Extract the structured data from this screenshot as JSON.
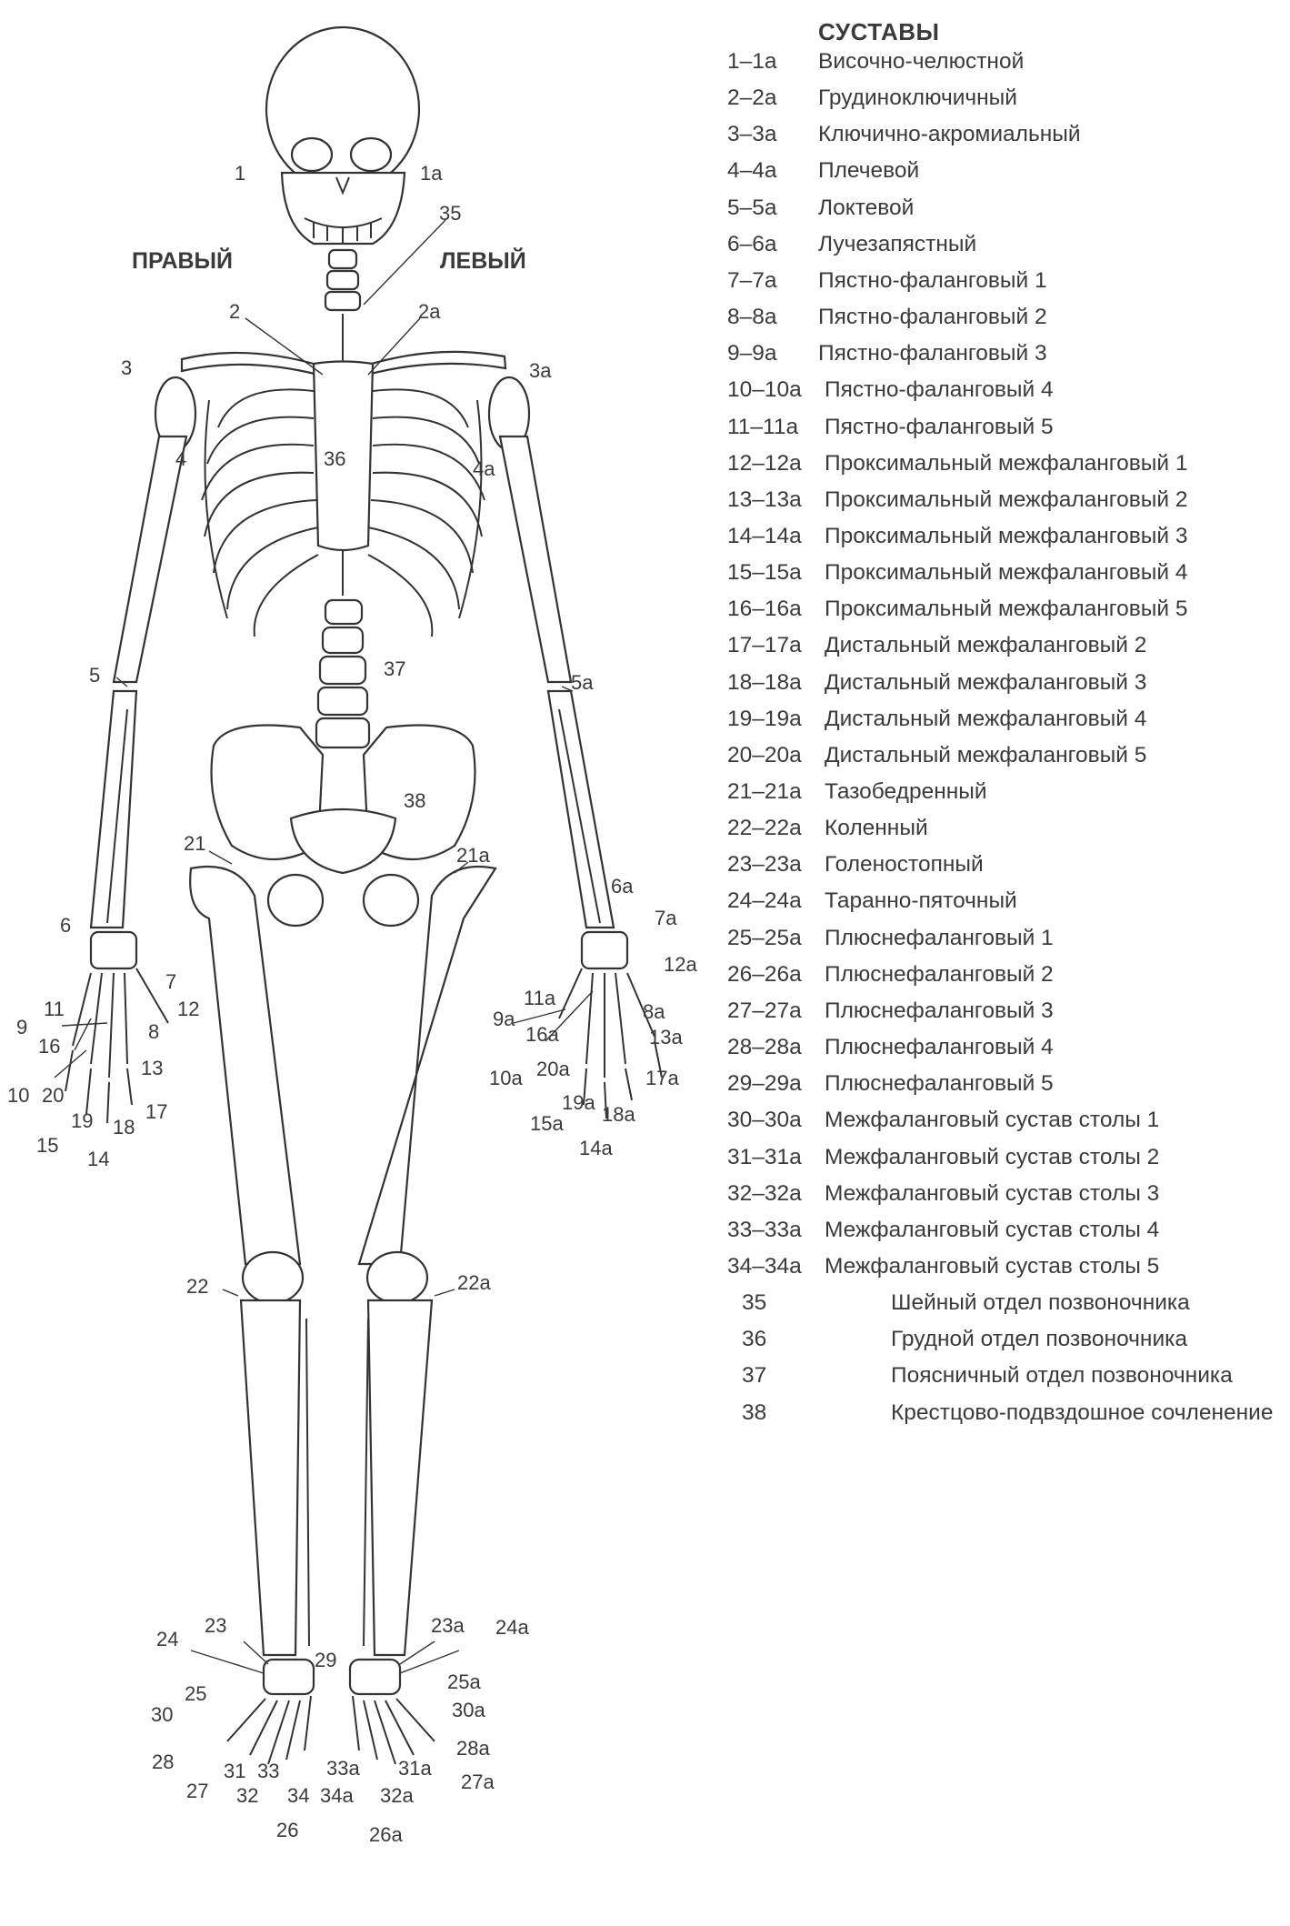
{
  "legend": {
    "title": "СУСТАВЫ",
    "items": [
      {
        "code": "1–1а",
        "name": "Височно-челюстной"
      },
      {
        "code": "2–2а",
        "name": "Грудиноключичный"
      },
      {
        "code": "3–3а",
        "name": "Ключично-акромиальный"
      },
      {
        "code": "4–4а",
        "name": "Плечевой"
      },
      {
        "code": "5–5а",
        "name": "Локтевой"
      },
      {
        "code": "6–6а",
        "name": "Лучезапястный"
      },
      {
        "code": "7–7а",
        "name": "Пястно-фаланговый  1"
      },
      {
        "code": "8–8а",
        "name": "Пястно-фаланговый  2"
      },
      {
        "code": "9–9а",
        "name": "Пястно-фаланговый  3"
      },
      {
        "code": "10–10а",
        "name": "Пястно-фаланговый  4"
      },
      {
        "code": "11–11а",
        "name": "Пястно-фаланговый  5"
      },
      {
        "code": "12–12а",
        "name": "Проксимальный межфаланговый  1"
      },
      {
        "code": "13–13а",
        "name": "Проксимальный межфаланговый  2"
      },
      {
        "code": "14–14а",
        "name": "Проксимальный межфаланговый  3"
      },
      {
        "code": "15–15а",
        "name": "Проксимальный межфаланговый  4"
      },
      {
        "code": "16–16а",
        "name": "Проксимальный межфаланговый  5"
      },
      {
        "code": "17–17а",
        "name": "Дистальный межфаланговый  2"
      },
      {
        "code": "18–18а",
        "name": "Дистальный межфаланговый  3"
      },
      {
        "code": "19–19а",
        "name": "Дистальный межфаланговый  4"
      },
      {
        "code": "20–20а",
        "name": "Дистальный межфаланговый  5"
      },
      {
        "code": "21–21а",
        "name": "Тазобедренный"
      },
      {
        "code": "22–22а",
        "name": "Коленный"
      },
      {
        "code": "23–23а",
        "name": "Голеностопный"
      },
      {
        "code": "24–24а",
        "name": "Таранно-пяточный"
      },
      {
        "code": "25–25а",
        "name": "Плюснефаланговый 1"
      },
      {
        "code": "26–26а",
        "name": "Плюснефаланговый 2"
      },
      {
        "code": "27–27а",
        "name": "Плюснефаланговый 3"
      },
      {
        "code": "28–28а",
        "name": "Плюснефаланговый 4"
      },
      {
        "code": "29–29а",
        "name": "Плюснефаланговый 5"
      },
      {
        "code": "30–30а",
        "name": "Межфаланговый сустав столы 1"
      },
      {
        "code": "31–31а",
        "name": "Межфаланговый сустав столы 2"
      },
      {
        "code": "32–32а",
        "name": "Межфаланговый сустав столы 3"
      },
      {
        "code": "33–33а",
        "name": "Межфаланговый сустав столы 4"
      },
      {
        "code": "34–34а",
        "name": "Межфаланговый сустав столы 5"
      },
      {
        "code": "35",
        "name": "Шейный отдел позвоночника"
      },
      {
        "code": "36",
        "name": "Грудной отдел позвоночника"
      },
      {
        "code": "37",
        "name": "Поясничный отдел позвоночника"
      },
      {
        "code": "38",
        "name": "Крестцово-подвздошное сочленение"
      }
    ]
  },
  "figure": {
    "side_right": "ПРАВЫЙ",
    "side_left": "ЛЕВЫЙ",
    "markers": [
      "1",
      "1а",
      "35",
      "2",
      "2а",
      "3",
      "3а",
      "4",
      "4а",
      "36",
      "37",
      "38",
      "5",
      "5а",
      "21",
      "21а",
      "6",
      "6а",
      "7",
      "7а",
      "12а",
      "12",
      "11",
      "9",
      "16",
      "8",
      "13",
      "10",
      "20",
      "19",
      "18",
      "17",
      "15",
      "14",
      "11а",
      "9а",
      "8а",
      "16а",
      "13а",
      "10а",
      "20а",
      "19а",
      "17а",
      "15а",
      "18а",
      "14а",
      "22",
      "22а",
      "24",
      "23",
      "29",
      "23а",
      "24а",
      "25",
      "25а",
      "30",
      "30а",
      "28",
      "28а",
      "31",
      "33",
      "27",
      "32",
      "34",
      "33а",
      "34а",
      "31а",
      "27а",
      "32а",
      "26",
      "26а"
    ]
  }
}
